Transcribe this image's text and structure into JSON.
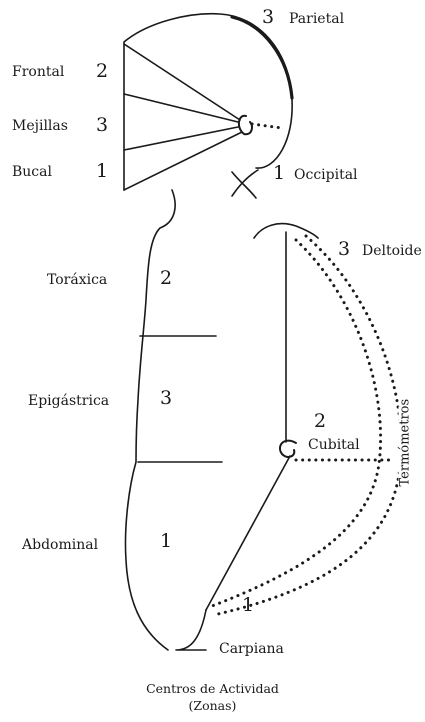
{
  "labels": {
    "parietal": "Parietal",
    "frontal": "Frontal",
    "mejillas": "Mejillas",
    "bucal": "Bucal",
    "occipital": "Occipital",
    "deltoide": "Deltoide",
    "toraxica": "Toráxica",
    "epigastrica": "Epigástrica",
    "cubital": "Cubital",
    "abdominal": "Abdominal",
    "carpiana": "Carpiana",
    "termometros": "Termómetros"
  },
  "numbers": {
    "parietal": "3",
    "frontal": "2",
    "mejillas": "3",
    "bucal": "1",
    "occipital": "1",
    "deltoide": "3",
    "toraxica": "2",
    "epigastrica": "3",
    "cubital": "2",
    "abdominal": "1",
    "carpiana": "1"
  },
  "caption": {
    "line1": "Centros de Actividad",
    "line2": "(Zonas)"
  }
}
